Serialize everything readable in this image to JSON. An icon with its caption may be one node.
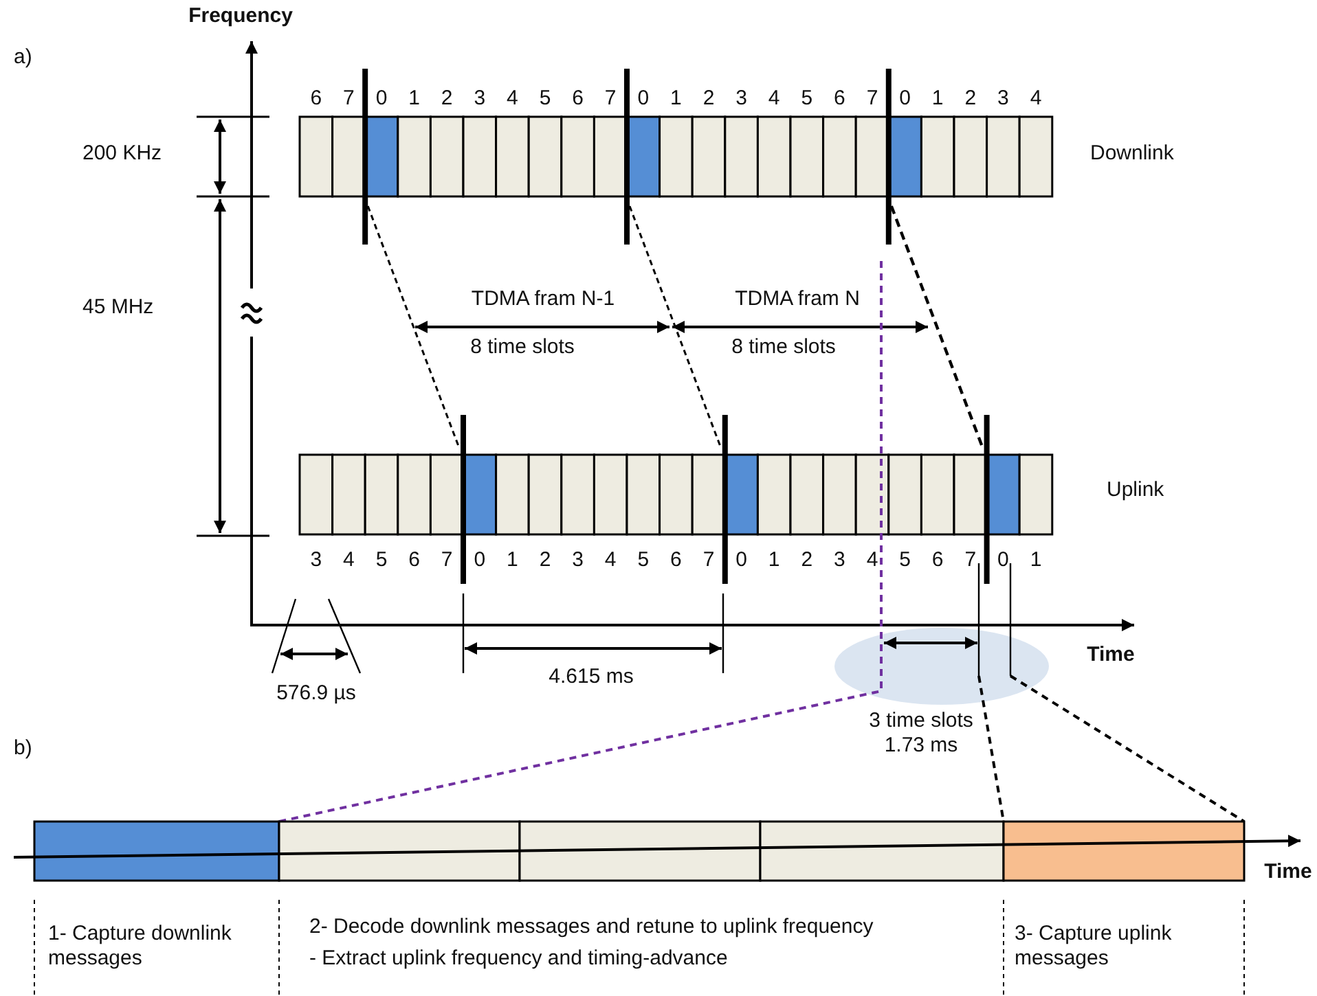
{
  "diagram": {
    "labels": [
      "Frequency",
      "a)",
      "6",
      "7",
      "0",
      "1",
      "2",
      "3",
      "4",
      "5",
      "6",
      "7",
      "0",
      "1",
      "2",
      "3",
      "4",
      "5",
      "6",
      "7",
      "0",
      "1",
      "2",
      "3",
      "4",
      "200 KHz",
      "Downlink",
      "45 MHz",
      "TDMA fram N-1",
      "TDMA fram N",
      "8 time slots",
      "8 time slots",
      "Uplink",
      "3",
      "4",
      "5",
      "6",
      "7",
      "0",
      "1",
      "2",
      "3",
      "4",
      "5",
      "6",
      "7",
      "0",
      "1",
      "2",
      "3",
      "4",
      "5",
      "6",
      "7",
      "0",
      "1",
      "Time",
      "576.9 µs",
      "4.615 ms",
      "3 time slots 1.73 ms",
      "b)",
      "Time",
      "1- Capture downlink messages",
      "2- Decode downlink messages and retune to uplink frequency",
      "- Extract uplink frequency and timing-advance",
      "3- Capture uplink messages"
    ]
  }
}
